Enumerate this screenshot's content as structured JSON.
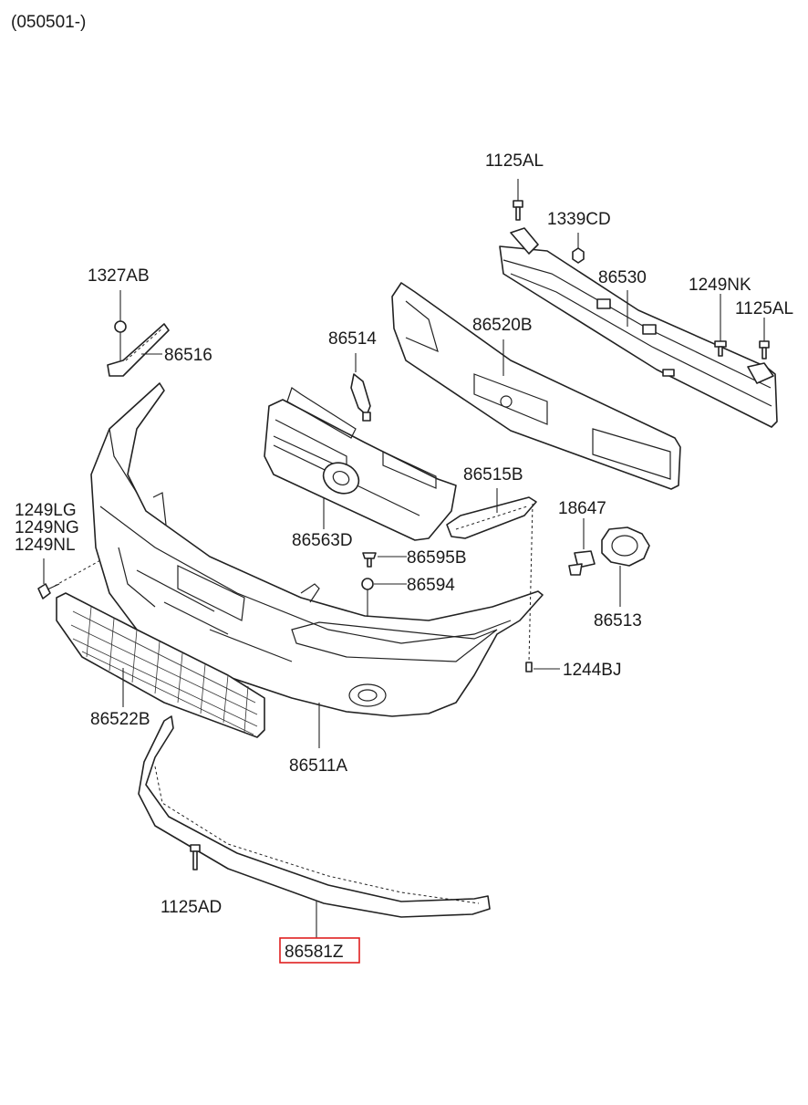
{
  "header": {
    "date_code": "(050501-)"
  },
  "labels": {
    "p1125AL_top": "1125AL",
    "p1339CD": "1339CD",
    "p86530": "86530",
    "p1249NK": "1249NK",
    "p1125AL_right": "1125AL",
    "p1327AB": "1327AB",
    "p86516": "86516",
    "p86514": "86514",
    "p86520B": "86520B",
    "p86515B": "86515B",
    "p1249LG": "1249LG",
    "p1249NG": "1249NG",
    "p1249NL": "1249NL",
    "p86563D": "86563D",
    "p18647": "18647",
    "p86595B": "86595B",
    "p86594": "86594",
    "p86513": "86513",
    "p1244BJ": "1244BJ",
    "p86522B": "86522B",
    "p86511A": "86511A",
    "p1125AD": "1125AD",
    "p86581Z": "86581Z"
  },
  "highlight": {
    "part": "86581Z",
    "color": "#e02020"
  }
}
